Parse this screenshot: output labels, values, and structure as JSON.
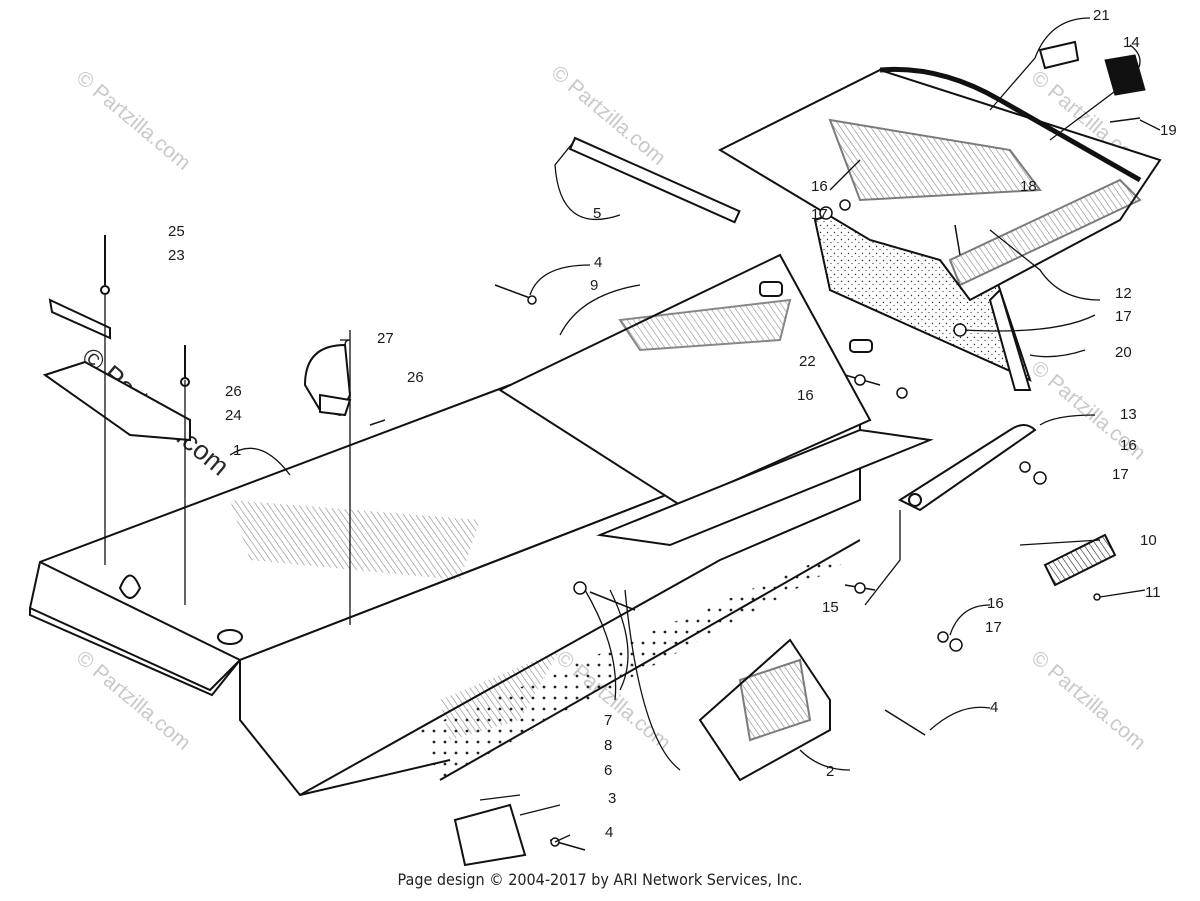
{
  "footer": "Page design © 2004-2017 by ARI Network Services, Inc.",
  "watermark": "© Partzilla.com",
  "callouts": [
    "1",
    "2",
    "3",
    "4",
    "5",
    "6",
    "7",
    "8",
    "9",
    "10",
    "11",
    "12",
    "13",
    "14",
    "15",
    "16",
    "17",
    "18",
    "19",
    "20",
    "21",
    "22",
    "23",
    "24",
    "25",
    "26",
    "27"
  ]
}
